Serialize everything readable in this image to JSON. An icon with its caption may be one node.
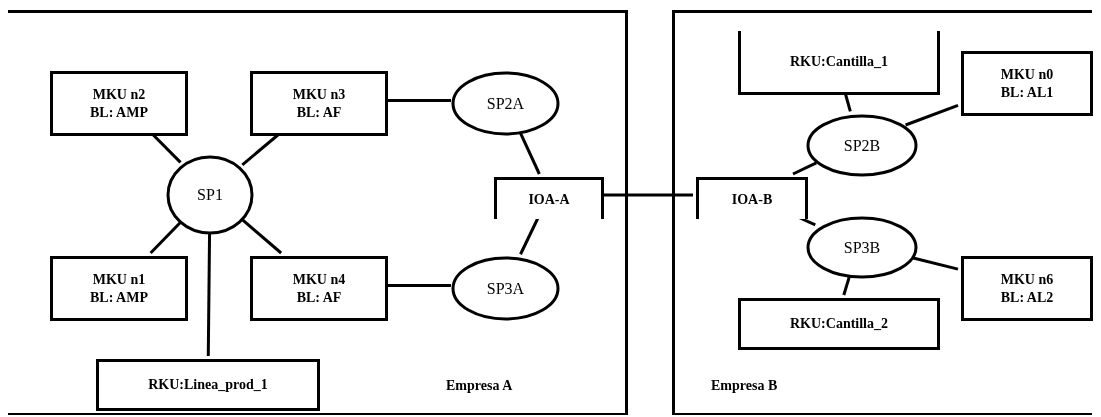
{
  "diagram": {
    "nodes": [
      {
        "text": [
          "Empresa A"
        ]
      },
      {
        "text": [
          "MKU n2",
          "BL: AMP"
        ],
        "in": 0
      },
      {
        "text": [
          "MKU n3",
          "BL: AF"
        ],
        "in": 0
      },
      {
        "text": [
          "SP1"
        ],
        "in": 0
      },
      {
        "text": [
          "SP2A"
        ],
        "in": 0
      },
      {
        "text": [
          "IOA-A"
        ],
        "in": 0
      },
      {
        "text": [
          "MKU n1",
          "BL: AMP"
        ],
        "in": 0
      },
      {
        "text": [
          "MKU n4",
          "BL: AF"
        ],
        "in": 0
      },
      {
        "text": [
          "SP3A"
        ],
        "in": 0
      },
      {
        "text": [
          "RKU:Linea_prod_1"
        ],
        "in": 0
      },
      {
        "text": [
          "Empresa B"
        ]
      },
      {
        "text": [
          "RKU:Cantilla_1"
        ],
        "in": 10
      },
      {
        "text": [
          "MKU n0",
          "BL: AL1"
        ],
        "in": 10
      },
      {
        "text": [
          "SP2B"
        ],
        "in": 10
      },
      {
        "text": [
          "IOA-B"
        ],
        "in": 10
      },
      {
        "text": [
          "SP3B"
        ],
        "in": 10
      },
      {
        "text": [
          "MKU n6",
          "BL: AL2"
        ],
        "in": 10
      },
      {
        "text": [
          "RKU:Cantilla_2"
        ],
        "in": 10
      }
    ],
    "edges": [
      {
        "from": 3,
        "to": 1,
        "arrow": "none"
      },
      {
        "from": 3,
        "to": 2,
        "arrow": "none"
      },
      {
        "from": 3,
        "to": 6,
        "arrow": "none"
      },
      {
        "from": 3,
        "to": 7,
        "arrow": "none"
      },
      {
        "from": 3,
        "to": 9,
        "arrow": "none"
      },
      {
        "from": 2,
        "to": 4,
        "arrow": "none"
      },
      {
        "from": 4,
        "to": 5,
        "arrow": "none"
      },
      {
        "from": 7,
        "to": 8,
        "arrow": "none"
      },
      {
        "from": 8,
        "to": 5,
        "arrow": "none"
      },
      {
        "from": 5,
        "to": 14,
        "arrow": "none"
      },
      {
        "from": 14,
        "to": 13,
        "arrow": "none"
      },
      {
        "from": 14,
        "to": 15,
        "arrow": "none"
      },
      {
        "from": 13,
        "to": 11,
        "arrow": "none"
      },
      {
        "from": 13,
        "to": 12,
        "arrow": "none"
      },
      {
        "from": 15,
        "to": 16,
        "arrow": "none"
      },
      {
        "from": 15,
        "to": 17,
        "arrow": "none"
      }
    ]
  }
}
